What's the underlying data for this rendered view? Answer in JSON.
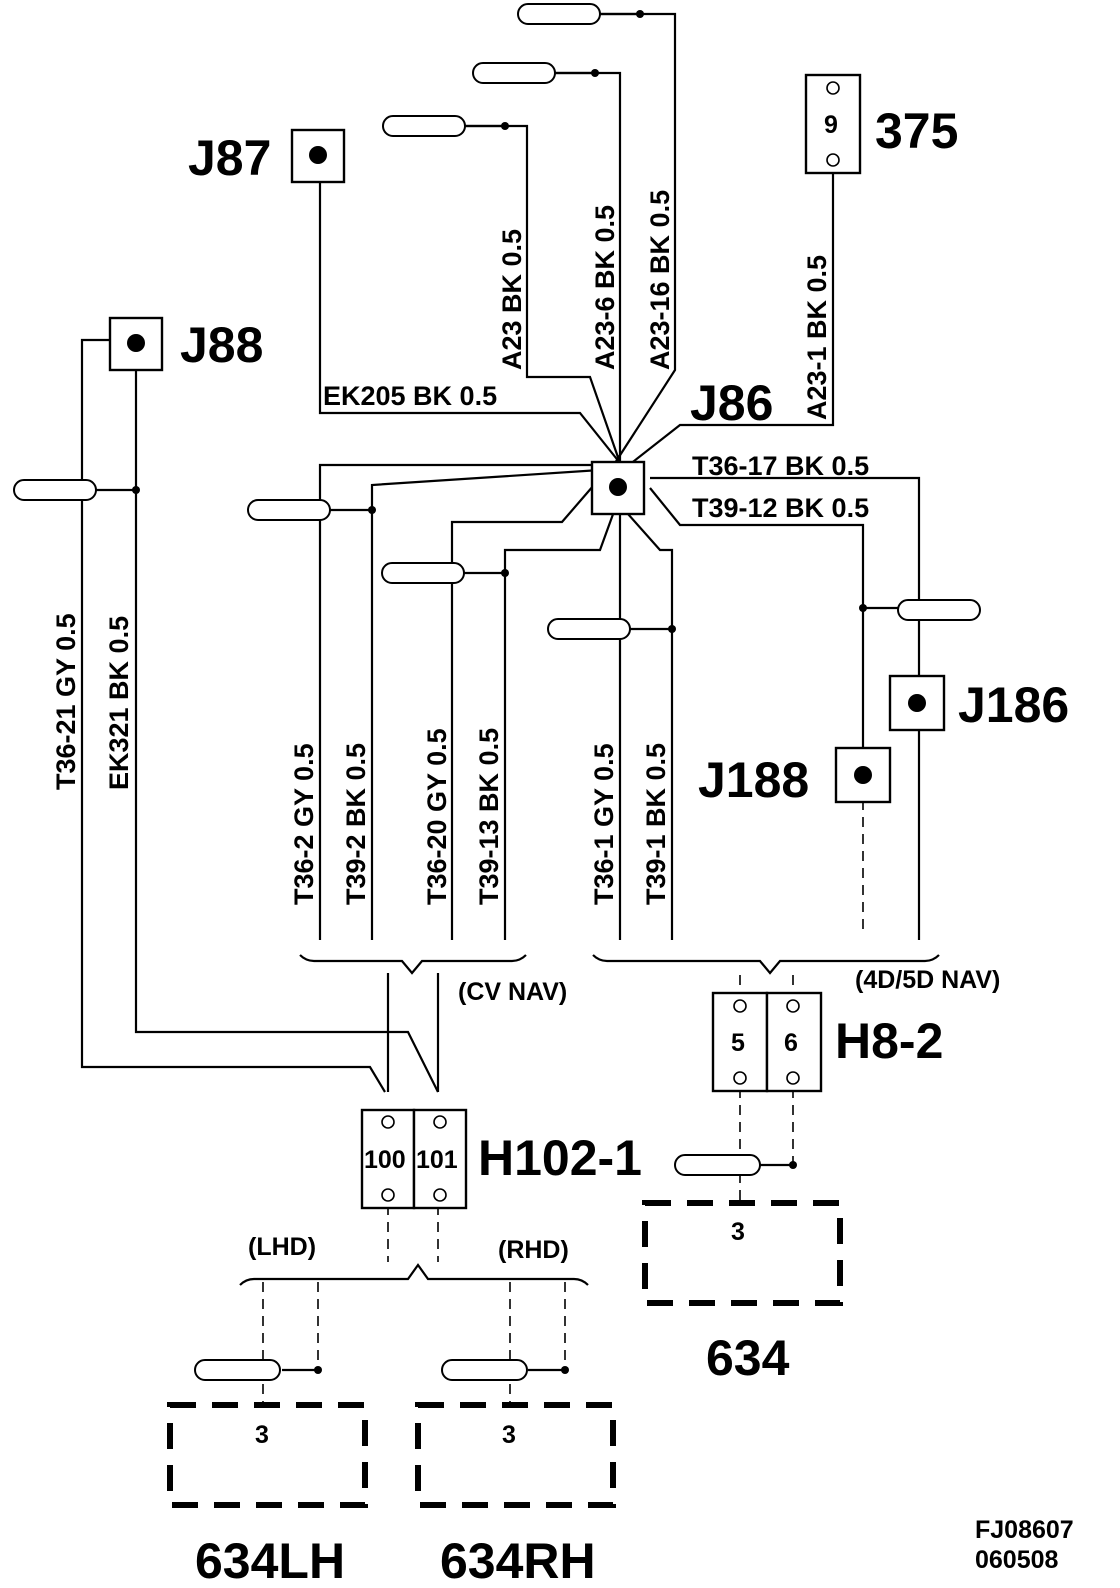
{
  "components": {
    "j87": "J87",
    "j88": "J88",
    "j86": "J86",
    "j186": "J186",
    "j188": "J188",
    "c375": "375",
    "c375_pin": "9",
    "h8_2": "H8-2",
    "h8_2_pins": [
      "5",
      "6"
    ],
    "h102_1": "H102-1",
    "h102_1_pins": [
      "100",
      "101"
    ],
    "m634": "634",
    "m634_pin": "3",
    "m634lh": "634LH",
    "m634lh_pin": "3",
    "m634rh": "634RH",
    "m634rh_pin": "3"
  },
  "wires": {
    "a23": "A23  BK 0.5",
    "a23_6": "A23-6  BK 0.5",
    "a23_16": "A23-16  BK 0.5",
    "a23_1": "A23-1  BK   0.5",
    "ek205": "EK205 BK 0.5",
    "t36_17": "T36-17 BK  0.5",
    "t39_12": "T39-12 BK   0.5",
    "t36_21": "T36-21  GY   0.5",
    "ek321": "EK321  BK   0.5",
    "t36_2": "T36-2  GY  0.5",
    "t39_2": "T39-2  BK  0.5",
    "t36_20": "T36-20  GY  0.5",
    "t39_13": "T39-13  BK  0.5",
    "t36_1": "T36-1  GY  0.5",
    "t39_1": "T39-1  BK  0.5"
  },
  "notes": {
    "cv_nav": "(CV NAV)",
    "nav_4d5d": "(4D/5D NAV)",
    "lhd": "(LHD)",
    "rhd": "(RHD)"
  },
  "figure_ref": [
    "FJ08607",
    "060508"
  ]
}
